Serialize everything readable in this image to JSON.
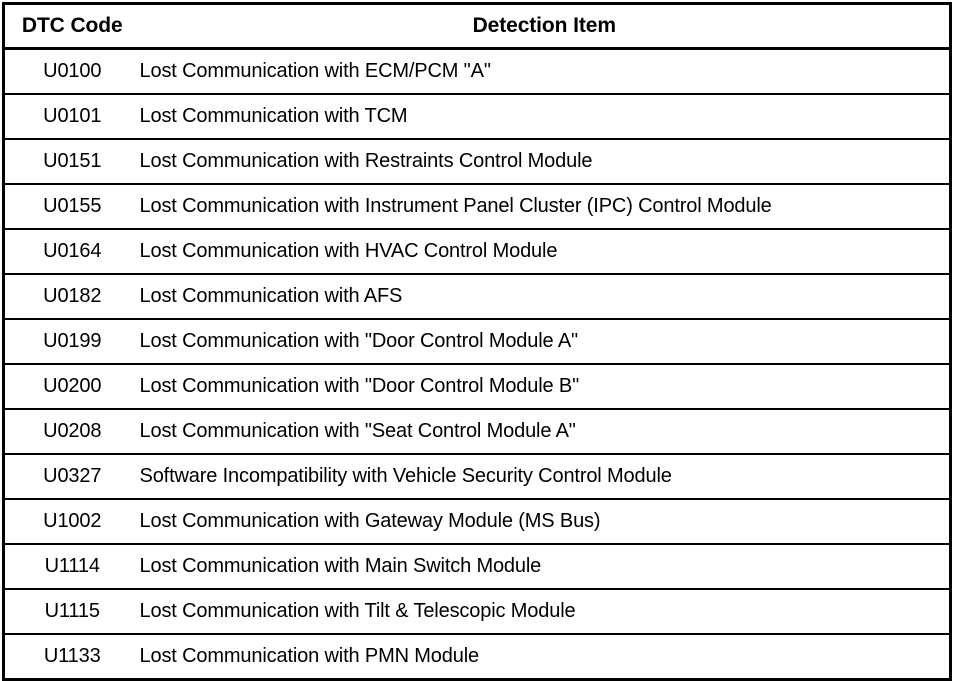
{
  "table": {
    "columns": [
      {
        "key": "code",
        "label": "DTC Code"
      },
      {
        "key": "item",
        "label": "Detection Item"
      }
    ],
    "rows": [
      {
        "code": "U0100",
        "item": "Lost Communication with ECM/PCM \"A\""
      },
      {
        "code": "U0101",
        "item": "Lost Communication with TCM"
      },
      {
        "code": "U0151",
        "item": "Lost Communication with Restraints Control Module"
      },
      {
        "code": "U0155",
        "item": "Lost Communication with Instrument Panel Cluster (IPC) Control Module"
      },
      {
        "code": "U0164",
        "item": "Lost Communication with HVAC Control Module"
      },
      {
        "code": "U0182",
        "item": "Lost Communication with AFS"
      },
      {
        "code": "U0199",
        "item": "Lost Communication with \"Door Control Module A\""
      },
      {
        "code": "U0200",
        "item": "Lost Communication with \"Door Control Module B\""
      },
      {
        "code": "U0208",
        "item": "Lost Communication with \"Seat Control Module A\""
      },
      {
        "code": "U0327",
        "item": "Software Incompatibility with Vehicle Security Control Module"
      },
      {
        "code": "U1002",
        "item": "Lost Communication with Gateway Module (MS Bus)"
      },
      {
        "code": "U1114",
        "item": "Lost Communication with Main Switch Module"
      },
      {
        "code": "U1115",
        "item": "Lost Communication with Tilt & Telescopic Module"
      },
      {
        "code": "U1133",
        "item": "Lost Communication with PMN Module"
      }
    ]
  },
  "colors": {
    "text": "#000000",
    "background": "#ffffff",
    "border": "#000000"
  }
}
